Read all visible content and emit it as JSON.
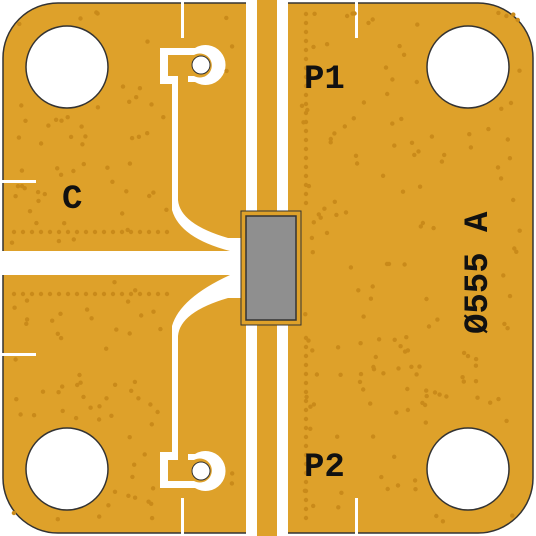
{
  "board": {
    "labels": {
      "port_1": "P1",
      "port_2": "P2",
      "common": "C",
      "part_number": "Ø555 A"
    },
    "colors": {
      "copper": "#dea12a",
      "substrate": "#ffffff",
      "via": "#c98a1a",
      "component_body": "#8f8f8f",
      "component_outline": "#333333",
      "text": "#111111"
    },
    "icons": {
      "mounting_holes": "circle",
      "vias": "dot",
      "component": "rectangle"
    }
  }
}
